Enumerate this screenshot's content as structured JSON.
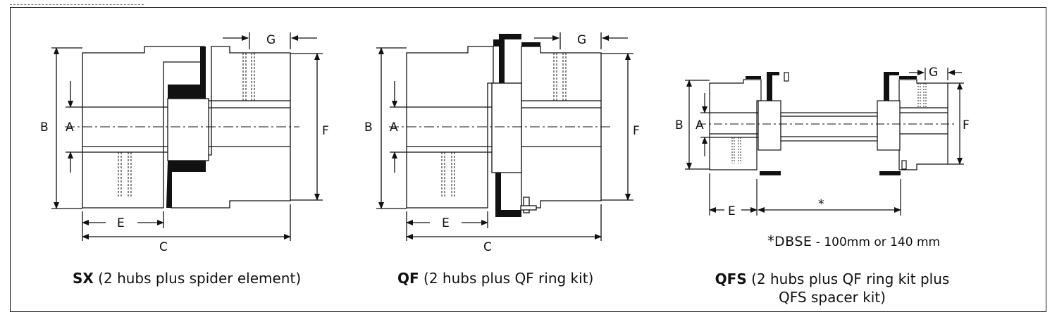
{
  "diagrams": [
    {
      "id": "sx",
      "dim_labels": {
        "B": "B",
        "A": "A",
        "F": "F",
        "G": "G",
        "E": "E",
        "C": "C"
      },
      "caption_bold": "SX",
      "caption_text": " (2 hubs plus spider element)"
    },
    {
      "id": "qf",
      "dim_labels": {
        "B": "B",
        "A": "A",
        "F": "F",
        "G": "G",
        "E": "E",
        "C": "C"
      },
      "caption_bold": "QF",
      "caption_text": " (2 hubs plus QF ring kit)"
    },
    {
      "id": "qfs",
      "dim_labels": {
        "B": "B",
        "A": "A",
        "F": "F",
        "G": "G",
        "E": "E",
        "star": "*"
      },
      "caption_bold": "QFS",
      "caption_text": " (2 hubs plus QF ring  kit plus",
      "caption_line2": "QFS spacer kit)",
      "note_star": "*",
      "note_label": "DBSE",
      "note_text": " - 100mm or 140 mm"
    }
  ]
}
